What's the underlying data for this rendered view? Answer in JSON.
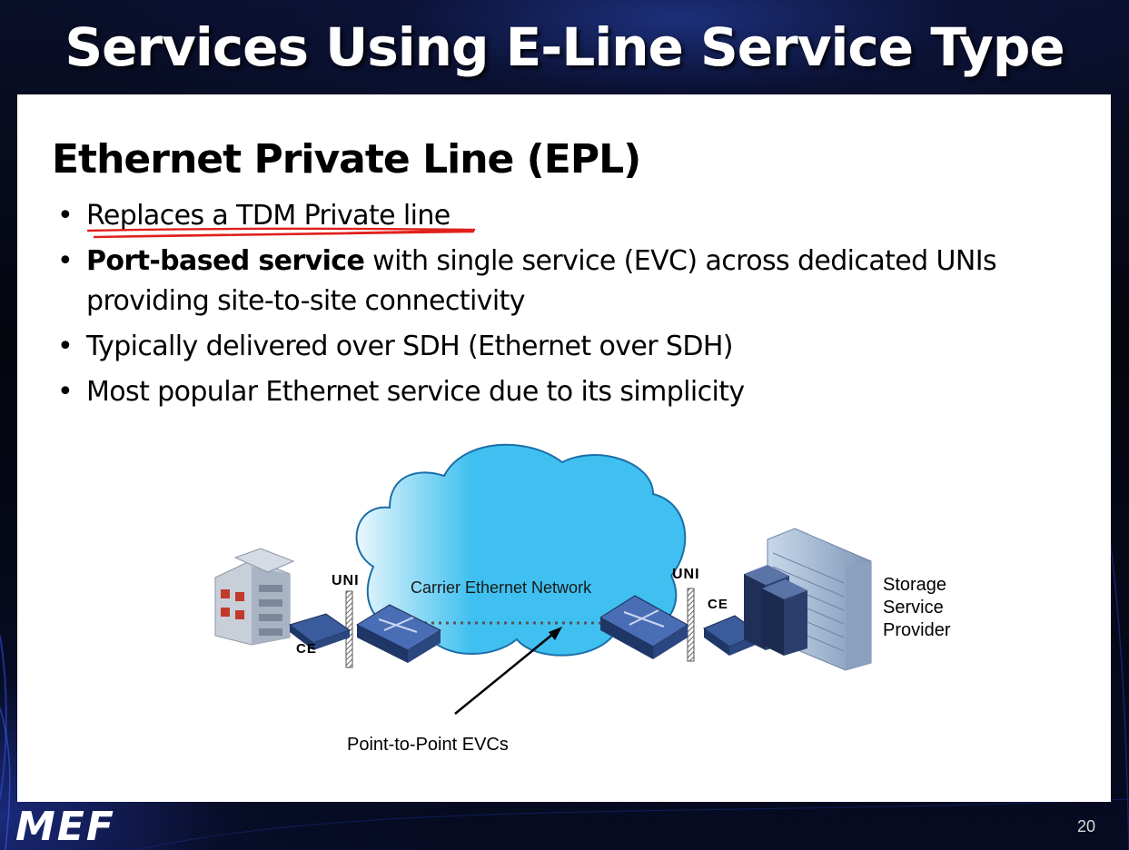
{
  "slide": {
    "title": "Services Using E-Line Service Type",
    "heading": "Ethernet Private Line (EPL)",
    "bullets": [
      {
        "bold": "",
        "text": "Replaces a TDM Private line"
      },
      {
        "bold": "Port-based service",
        "text": " with single service (EVC) across dedicated UNIs providing site-to-site connectivity"
      },
      {
        "bold": "",
        "text": "Typically delivered over SDH (Ethernet over SDH)"
      },
      {
        "bold": "",
        "text": "Most popular Ethernet service due to its simplicity"
      }
    ],
    "bullet_glyph": "•",
    "annotation_color": "#e0201c"
  },
  "diagram": {
    "cloud_label": "Carrier Ethernet Network",
    "uni_left": "UNI",
    "uni_right": "UNI",
    "ce_left": "CE",
    "ce_right": "CE",
    "provider_label_lines": [
      "Storage",
      "Service",
      "Provider"
    ],
    "evc_label": "Point-to-Point EVCs",
    "cloud_color": "#3fc0f0"
  },
  "footer": {
    "logo": "MEF",
    "page_number": "20"
  }
}
